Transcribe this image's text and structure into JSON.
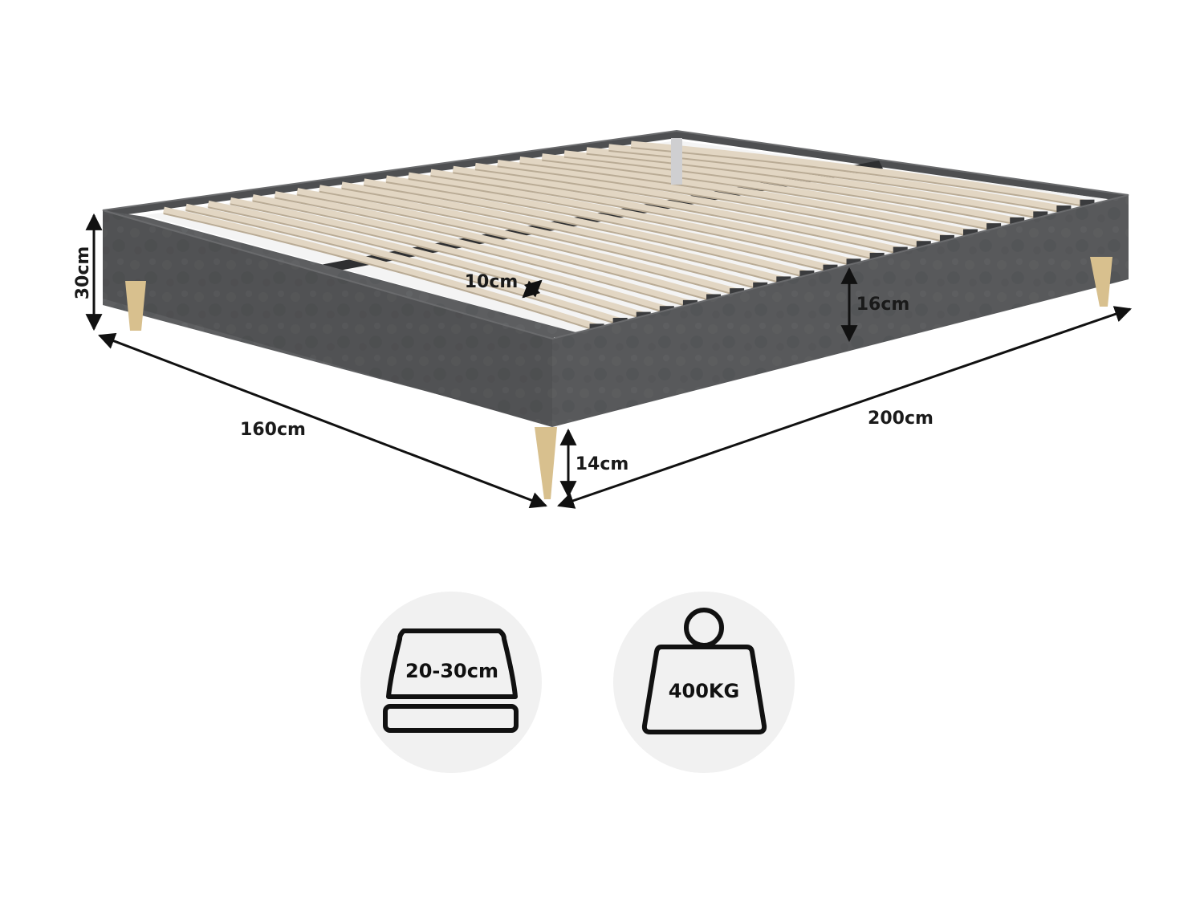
{
  "dimensions": {
    "height_total": "30cm",
    "slat_width": "10cm",
    "frame_height": "16cm",
    "depth": "160cm",
    "length": "200cm",
    "leg_height": "14cm"
  },
  "badges": {
    "mattress_thickness": "20-30cm",
    "max_load": "400KG"
  },
  "colors": {
    "frame": "#5d5e60",
    "frame_dark": "#4a4b4d",
    "slat": "#e2d6c3",
    "leg": "#d8c08e",
    "badge_bg": "#f1f1f1",
    "dimension_line": "#111111"
  },
  "icons": [
    "mattress-icon",
    "weight-icon"
  ]
}
